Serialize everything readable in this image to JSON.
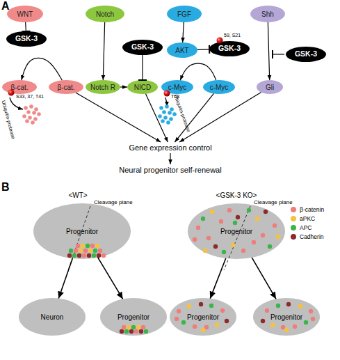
{
  "diagram": {
    "nodes": [
      {
        "text": [
          "WNT"
        ]
      },
      {
        "text": [
          "Notch"
        ]
      },
      {
        "text": [
          "FGF"
        ]
      },
      {
        "text": [
          "Shh"
        ]
      },
      {
        "text": [
          "GSK-3"
        ]
      },
      {
        "text": [
          "GSK-3"
        ]
      },
      {
        "text": [
          "AKT"
        ]
      },
      {
        "text": [
          "GSK-3"
        ]
      },
      {
        "text": [
          "GSK-3"
        ]
      },
      {
        "text": [
          "β-cat."
        ]
      },
      {
        "text": [
          "β-cat."
        ]
      },
      {
        "text": [
          "Notch R"
        ]
      },
      {
        "text": [
          "NICD"
        ]
      },
      {
        "text": [
          "c-Myc"
        ]
      },
      {
        "text": [
          "c-Myc"
        ]
      },
      {
        "text": [
          "Gli"
        ]
      },
      {
        "text": [
          "Gene expression control"
        ]
      },
      {
        "text": [
          "Neural progenitor self-renewal"
        ]
      },
      {
        "text": [
          "Progenitor"
        ]
      },
      {
        "text": [
          "Progenitor"
        ]
      },
      {
        "text": [
          "Neuron"
        ]
      },
      {
        "text": [
          "Progenitor"
        ]
      },
      {
        "text": [
          "Progenitor"
        ]
      },
      {
        "text": [
          "Progenitor"
        ]
      }
    ],
    "edges": [
      {
        "from": 0,
        "to": 4,
        "arrow": "to"
      },
      {
        "from": 10,
        "to": 9,
        "arrow": "to"
      },
      {
        "from": 10,
        "to": 16,
        "arrow": "to"
      },
      {
        "from": 1,
        "to": 11,
        "arrow": "to"
      },
      {
        "from": 11,
        "to": 12,
        "arrow": "to"
      },
      {
        "from": 5,
        "to": 12,
        "arrow": "to"
      },
      {
        "from": 12,
        "to": 16,
        "arrow": "to"
      },
      {
        "from": 2,
        "to": 6,
        "arrow": "to"
      },
      {
        "from": 6,
        "to": 7,
        "arrow": "to"
      },
      {
        "from": 14,
        "to": 13,
        "arrow": "to"
      },
      {
        "from": 14,
        "to": 16,
        "arrow": "to"
      },
      {
        "from": 3,
        "to": 15,
        "arrow": "to"
      },
      {
        "from": 15,
        "to": 16,
        "arrow": "to"
      },
      {
        "from": 16,
        "to": 17,
        "arrow": "to"
      },
      {
        "from": 18,
        "to": 20,
        "arrow": "to"
      },
      {
        "from": 18,
        "to": 21,
        "arrow": "to"
      },
      {
        "from": 19,
        "to": 22,
        "arrow": "to"
      },
      {
        "from": 19,
        "to": 23,
        "arrow": "to"
      }
    ],
    "labels": [
      "A",
      "59, S21",
      "S33, 37, T41",
      "T58",
      "Ubiquitin-protease",
      "Ubiquitin-protease",
      "B",
      "<WT>",
      "<GSK-3 KO>",
      "Cleavage plane",
      "Cleavage plane"
    ],
    "legend": [
      {
        "text": "β-catenin",
        "color": "#f07c7c"
      },
      {
        "text": "aPKC",
        "color": "#f5c23e"
      },
      {
        "text": "APC",
        "color": "#3bb54a"
      },
      {
        "text": "Cadherin",
        "color": "#8e2a2a"
      }
    ]
  }
}
